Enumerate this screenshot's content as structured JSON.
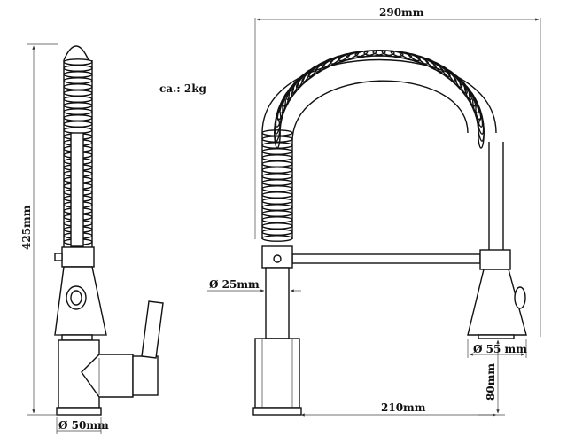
{
  "labels": {
    "height_dim": "425mm",
    "weight": "ca.: 2kg",
    "width_dim": "290mm",
    "tube_diameter": "Ø 25mm",
    "base_diameter": "Ø 50mm",
    "spray_head_diameter": "Ø 55 mm",
    "reach_dim": "210mm",
    "clearance_dim": "80mm"
  },
  "colors": {
    "line": "#111111",
    "dimension": "#444444"
  }
}
